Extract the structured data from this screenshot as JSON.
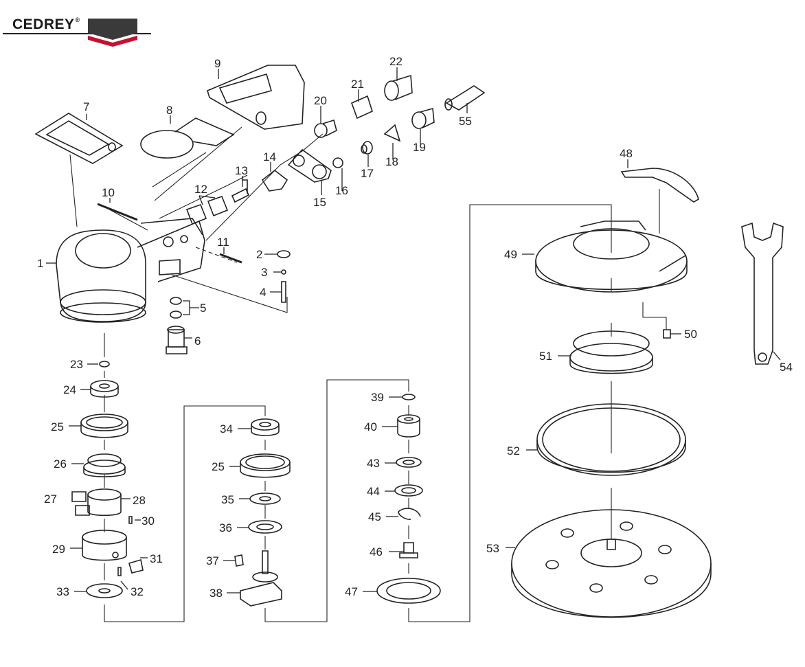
{
  "brand": {
    "name": "CEDREY",
    "reg_mark": "®",
    "colors": {
      "dark": "#3a3a3a",
      "red": "#c8102e"
    }
  },
  "callouts": {
    "c1": "1",
    "c2": "2",
    "c3": "3",
    "c4": "4",
    "c5": "5",
    "c6": "6",
    "c7": "7",
    "c8": "8",
    "c9": "9",
    "c10": "10",
    "c11": "11",
    "c12": "12",
    "c13": "13",
    "c14": "14",
    "c15": "15",
    "c16": "16",
    "c17": "17",
    "c18": "18",
    "c19": "19",
    "c20": "20",
    "c21": "21",
    "c22": "22",
    "c23": "23",
    "c24": "24",
    "c25a": "25",
    "c25b": "25",
    "c26": "26",
    "c27": "27",
    "c28": "28",
    "c29": "29",
    "c30": "30",
    "c31": "31",
    "c32": "32",
    "c33": "33",
    "c34": "34",
    "c35": "35",
    "c36": "36",
    "c37": "37",
    "c38": "38",
    "c39": "39",
    "c40": "40",
    "c43": "43",
    "c44": "44",
    "c45": "45",
    "c46": "46",
    "c47": "47",
    "c48": "48",
    "c49": "49",
    "c50": "50",
    "c51": "51",
    "c52": "52",
    "c53": "53",
    "c54": "54",
    "c55": "55"
  }
}
